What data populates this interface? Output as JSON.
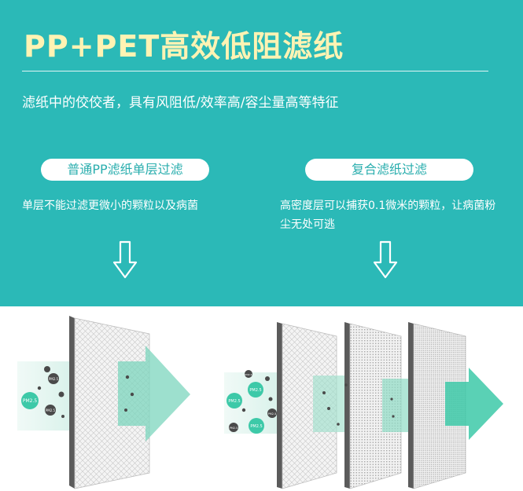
{
  "header": {
    "title": "PP+PET高效低阻滤纸",
    "subtitle": "滤纸中的佼佼者，具有风阻低/效率高/容尘量高等特征"
  },
  "comparison": {
    "left": {
      "label": "普通PP滤纸单层过滤",
      "description": "单层不能过滤更微小的颗粒以及病菌"
    },
    "right": {
      "label": "复合滤纸过滤",
      "description": "高密度层可以捕获0.1微米的颗粒，让病菌粉尘无处可逃"
    }
  },
  "particles": {
    "pm25": "PM2.5"
  },
  "colors": {
    "teal_background": "#2bb9b7",
    "title_yellow": "#fff3b3",
    "pill_text": "#2aaeae",
    "particle_green": "#3dc9a8",
    "particle_dark": "#4a4a4a"
  },
  "icons": [
    "down-arrow-icon",
    "right-arrow-icon"
  ]
}
